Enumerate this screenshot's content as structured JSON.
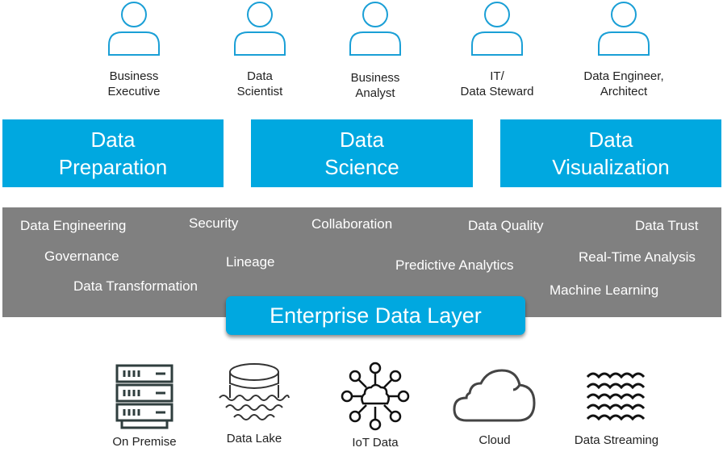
{
  "personas": [
    {
      "line1": "Business",
      "line2": "Executive",
      "icon": "user-icon"
    },
    {
      "line1": "Data",
      "line2": "Scientist",
      "icon": "user-icon"
    },
    {
      "line1": "Business",
      "line2": "Analyst",
      "icon": "user-icon"
    },
    {
      "line1": "IT/",
      "line2": "Data Steward",
      "icon": "user-icon"
    },
    {
      "line1": "Data Engineer,",
      "line2": "Architect",
      "icon": "user-icon"
    }
  ],
  "tools": [
    {
      "line1": "Data",
      "line2": "Preparation"
    },
    {
      "line1": "Data",
      "line2": "Science"
    },
    {
      "line1": "Data",
      "line2": "Visualization"
    }
  ],
  "capabilities": [
    "Data Engineering",
    "Security",
    "Collaboration",
    "Data Quality",
    "Data Trust",
    "Governance",
    "Lineage",
    "Predictive Analytics",
    "Real-Time Analysis",
    "Data Transformation",
    "Machine Learning"
  ],
  "layer": {
    "title": "Enterprise Data Layer"
  },
  "sources": [
    {
      "label": "On Premise",
      "icon": "server-rack-icon"
    },
    {
      "label": "Data Lake",
      "icon": "data-lake-icon"
    },
    {
      "label": "IoT Data",
      "icon": "iot-network-icon"
    },
    {
      "label": "Cloud",
      "icon": "cloud-icon"
    },
    {
      "label": "Data Streaming",
      "icon": "waves-icon"
    }
  ],
  "colors": {
    "accent": "#00a8e0",
    "band": "#808080",
    "persona_stroke": "#1a9fd6",
    "icon_dark": "#2f3e3e"
  }
}
